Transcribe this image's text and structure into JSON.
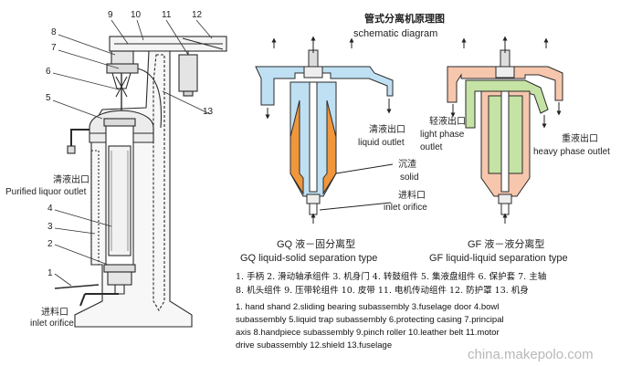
{
  "title_cn": "管式分离机原理图",
  "title_en": "schematic diagram",
  "parts_numbers": [
    "1",
    "2",
    "3",
    "4",
    "5",
    "6",
    "7",
    "8",
    "9",
    "10",
    "11",
    "12",
    "13"
  ],
  "left_labels": {
    "purified_cn": "清液出口",
    "purified_en": "Purified liquor outlet",
    "inlet_cn": "进料口",
    "inlet_en": "inlet orifice"
  },
  "gq": {
    "liquid_outlet_cn": "清液出口",
    "liquid_outlet_en": "liquid outlet",
    "solid_cn": "沉渣",
    "solid_en": "solid",
    "inlet_cn": "进料口",
    "inlet_en": "inlet orifice",
    "name_cn": "GQ 液－固分离型",
    "name_en": "GQ liquid-solid separation type"
  },
  "gf": {
    "light_cn": "轻液出口",
    "light_en1": "light phase",
    "light_en2": "outlet",
    "heavy_cn": "重液出口",
    "heavy_en": "heavy phase outlet",
    "name_cn": "GF 液－液分离型",
    "name_en": "GF liquid-liquid separation type"
  },
  "legend_cn": [
    "1. 手柄  2. 滑动轴承组件  3. 机身门  4. 转鼓组件  5. 集液盘组件  6. 保护套  7. 主轴",
    "8. 机头组件  9. 压带轮组件  10. 皮带  11. 电机传动组件    12. 防护罩  13. 机身"
  ],
  "legend_en": [
    "1. hand shand  2.sliding bearing subassembly  3.fuselage door  4.bowl",
    "subassembly   5.liquid trap subassembly  6.protecting casing  7.principal",
    "axis  8.handpiece subassembly 9.pinch roller  10.leather belt   11.motor",
    "drive subassembly   12.shield 13.fuselage"
  ],
  "watermark": "china.makepolo.com",
  "colors": {
    "light_blue": "#bfe0f3",
    "orange": "#f0963c",
    "pink": "#f6c7ad",
    "green": "#c5e3a4",
    "outline": "#2a2a2a"
  }
}
